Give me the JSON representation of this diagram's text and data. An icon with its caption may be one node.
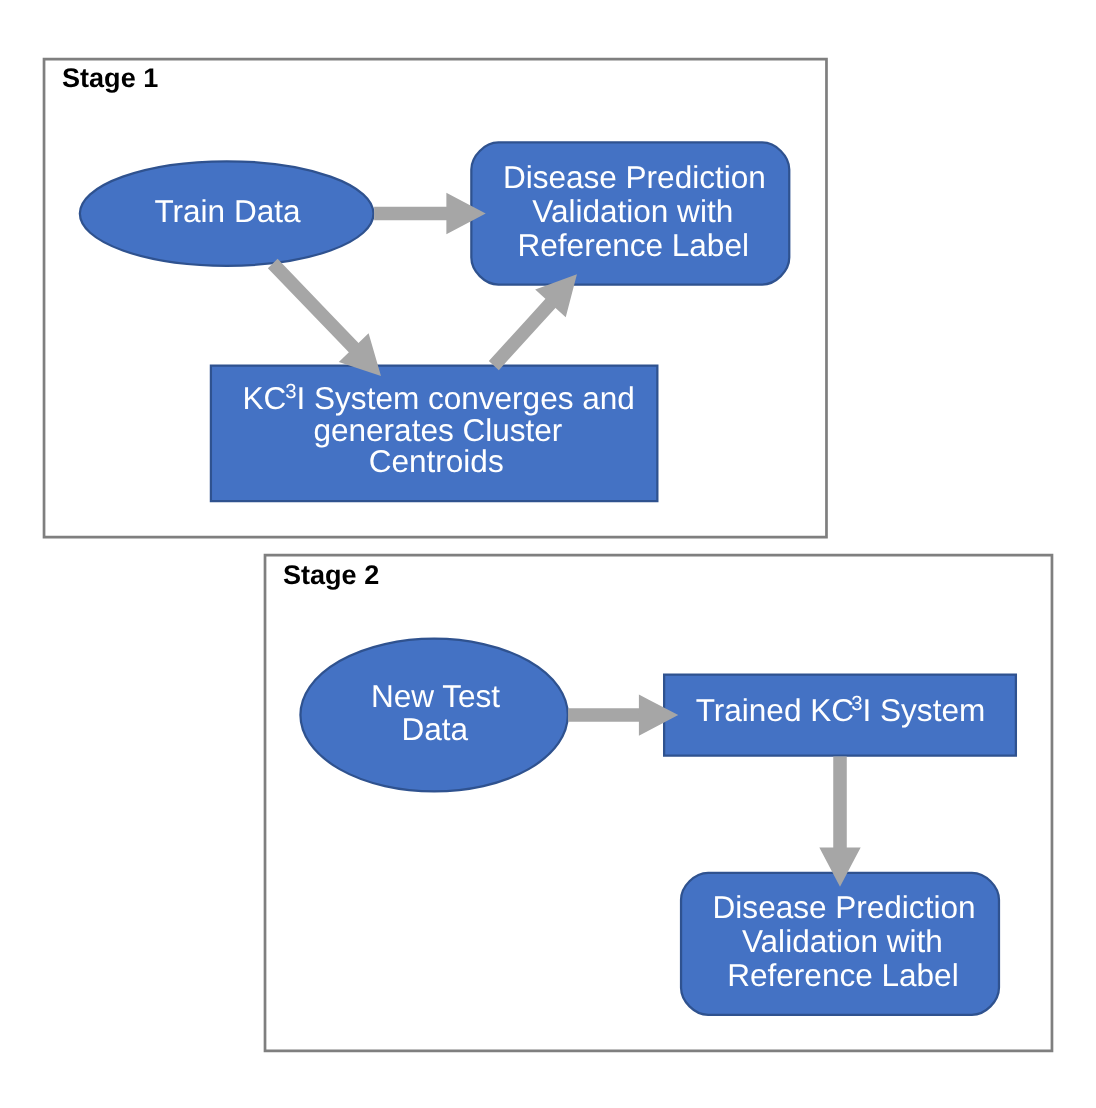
{
  "diagram": {
    "nodes": [
      {
        "text": [
          "Stage 1"
        ]
      },
      {
        "text": [
          "Train Data"
        ],
        "in": 0
      },
      {
        "text": [
          "Disease Prediction Validation with Reference Label"
        ],
        "in": 0
      },
      {
        "text": [
          "KC$^{3}$I System converges and generates Cluster Centroids"
        ],
        "in": 0
      },
      {
        "text": [
          "Stage 2"
        ]
      },
      {
        "text": [
          "New Test Data"
        ],
        "in": 4
      },
      {
        "text": [
          "Trained KC$^{3}$I System"
        ],
        "in": 4
      },
      {
        "text": [
          "Disease Prediction Validation with Reference Label"
        ],
        "in": 4
      }
    ],
    "edges": [
      {
        "from": 1,
        "to": 2,
        "arrow": "to"
      },
      {
        "from": 1,
        "to": 3,
        "arrow": "to"
      },
      {
        "from": 3,
        "to": 2,
        "arrow": "to"
      },
      {
        "from": 5,
        "to": 6,
        "arrow": "to"
      },
      {
        "from": 6,
        "to": 7,
        "arrow": "to"
      }
    ]
  }
}
